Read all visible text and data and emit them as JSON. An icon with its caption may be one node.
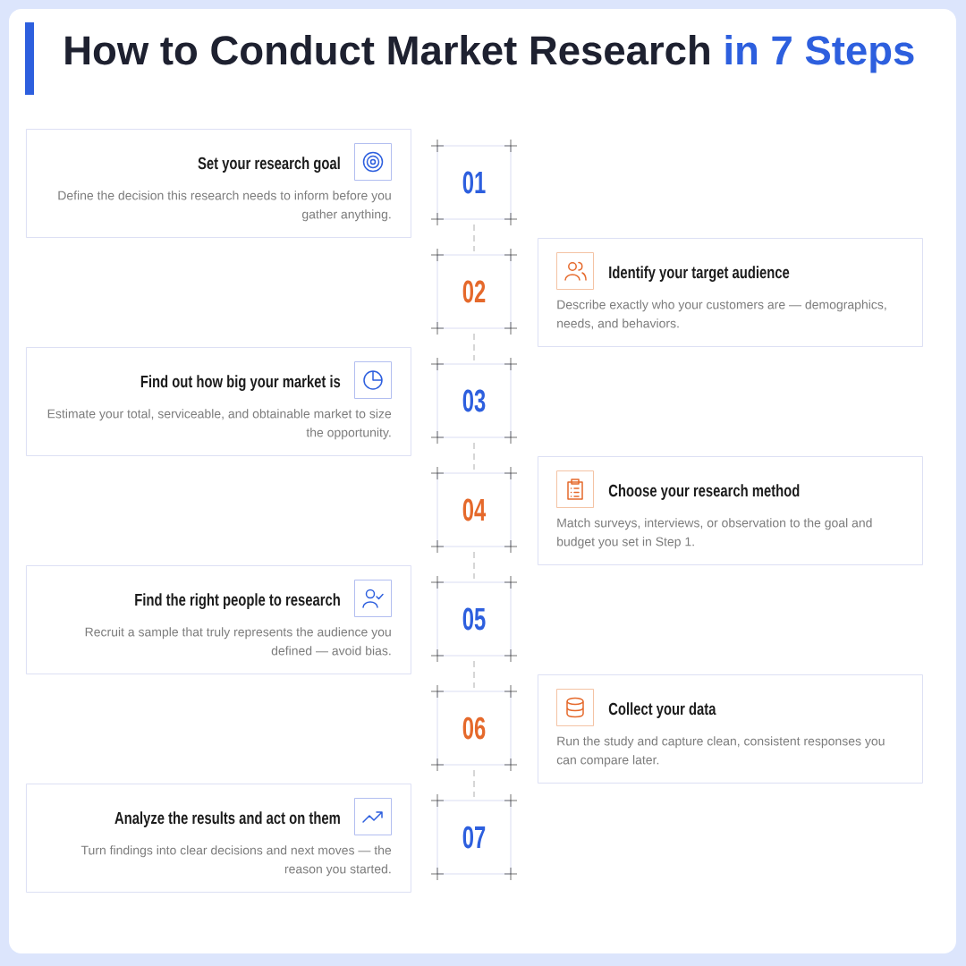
{
  "diagram": {
    "title": "How to Conduct Market Research in 7 Steps",
    "nodes": [
      {
        "text": [
          "Set your research goal",
          "Define the decision this research needs to inform before you gather anything."
        ]
      },
      {
        "text": [
          "01"
        ]
      },
      {
        "text": [
          "02"
        ]
      },
      {
        "text": [
          "Identify your target audience",
          "Describe exactly who your customers are — demographics, needs, and behaviors."
        ]
      },
      {
        "text": [
          "Find out how big your market is",
          "Estimate your total, serviceable, and obtainable market to size the opportunity."
        ]
      },
      {
        "text": [
          "03"
        ]
      },
      {
        "text": [
          "04"
        ]
      },
      {
        "text": [
          "Choose your research method",
          "Match surveys, interviews, or observation to the goal and budget you set in Step 1."
        ]
      },
      {
        "text": [
          "Find the right people to research",
          "Recruit a sample that truly represents the audience you defined — avoid bias."
        ]
      },
      {
        "text": [
          "05"
        ]
      },
      {
        "text": [
          "06"
        ]
      },
      {
        "text": [
          "Collect your data",
          "Run the study and capture clean, consistent responses you can compare later."
        ]
      },
      {
        "text": [
          "Analyze the results and act on them",
          "Turn findings into clear decisions and next moves — the reason you started."
        ]
      },
      {
        "text": [
          "07"
        ]
      }
    ],
    "edges": [
      {
        "from": 1,
        "to": 2,
        "arrow": "none",
        "style": "dashed"
      },
      {
        "from": 2,
        "to": 5,
        "arrow": "none",
        "style": "dashed"
      },
      {
        "from": 5,
        "to": 6,
        "arrow": "none",
        "style": "dashed"
      },
      {
        "from": 6,
        "to": 9,
        "arrow": "none",
        "style": "dashed"
      },
      {
        "from": 9,
        "to": 10,
        "arrow": "none",
        "style": "dashed"
      },
      {
        "from": 10,
        "to": 13,
        "arrow": "none",
        "style": "dashed"
      }
    ]
  }
}
